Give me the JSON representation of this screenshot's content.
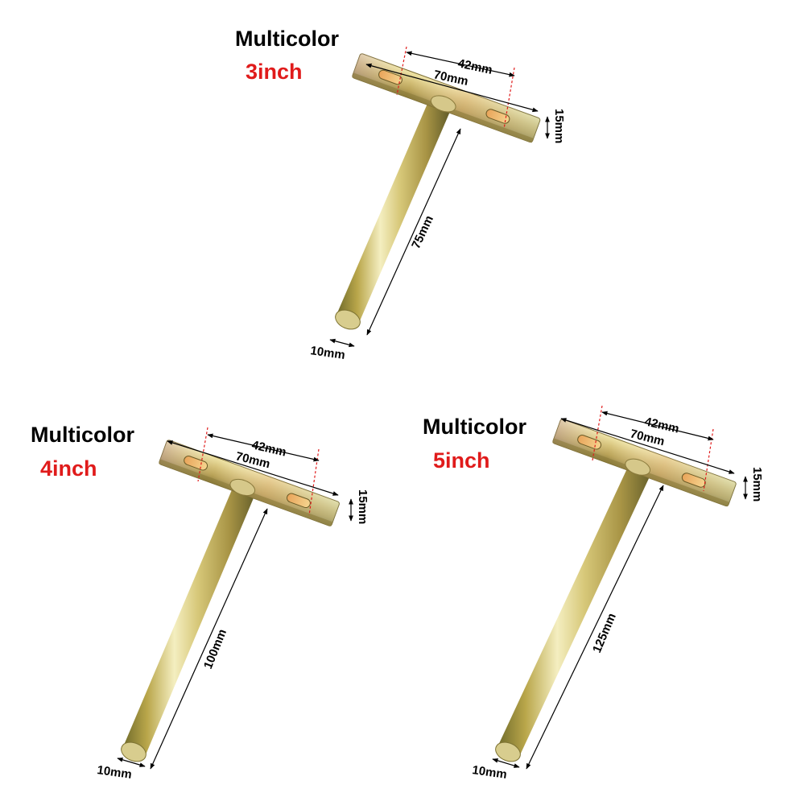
{
  "colors": {
    "size_label": "#e01b1b",
    "text": "#000000",
    "guide": "#e01b1b"
  },
  "products": [
    {
      "id": "3inch",
      "title": "Multicolor",
      "size": "3inch",
      "dims": {
        "hole_spacing_inner": "42mm",
        "plate_length": "70mm",
        "plate_height": "15mm",
        "rod_length": "75mm",
        "rod_diameter": "10mm"
      }
    },
    {
      "id": "4inch",
      "title": "Multicolor",
      "size": "4inch",
      "dims": {
        "hole_spacing_inner": "42mm",
        "plate_length": "70mm",
        "plate_height": "15mm",
        "rod_length": "100mm",
        "rod_diameter": "10mm"
      }
    },
    {
      "id": "5inch",
      "title": "Multicolor",
      "size": "5inch",
      "dims": {
        "hole_spacing_inner": "42mm",
        "plate_length": "70mm",
        "plate_height": "15mm",
        "rod_length": "125mm",
        "rod_diameter": "10mm"
      }
    }
  ]
}
